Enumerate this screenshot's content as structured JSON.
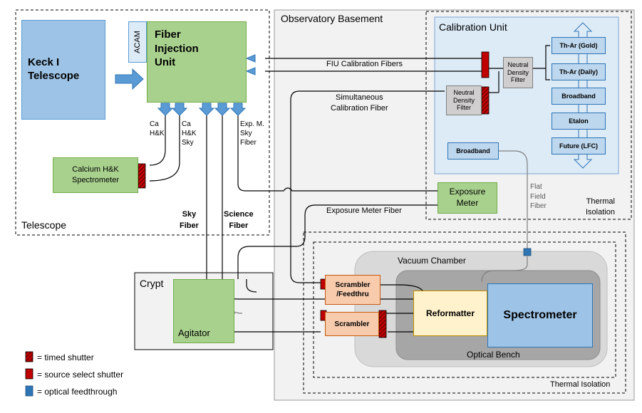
{
  "regions": {
    "telescope": "Telescope",
    "observatory_basement": "Observatory Basement",
    "crypt": "Crypt",
    "calibration_unit": "Calibration Unit",
    "thermal_isolation_upper": "Thermal\nIsolation",
    "thermal_isolation_lower": "Thermal Isolation",
    "vacuum_chamber": "Vacuum Chamber",
    "optical_bench": "Optical Bench"
  },
  "boxes": {
    "keck": "Keck I\nTelescope",
    "acam": "ACAM",
    "fiu": "Fiber\nInjection\nUnit",
    "calcium": "Calcium H&K\nSpectrometer",
    "agitator": "Agitator",
    "exposure_meter": "Exposure\nMeter",
    "scrambler_feedthru": "Scrambler\n/Feedthru",
    "scrambler": "Scrambler",
    "reformatter": "Reformatter",
    "spectrometer": "Spectrometer",
    "ndf_top": "Neutral\nDensity\nFilter",
    "ndf_mid": "Neutral\nDensity\nFilter",
    "broadband_small": "Broadband",
    "thar_gold": "Th-Ar (Gold)",
    "thar_daily": "Th-Ar (Daily)",
    "broadband": "Broadband",
    "etalon": "Etalon",
    "future": "Future (LFC)"
  },
  "fiber_labels": {
    "fiu_cal": "FIU Calibration Fibers",
    "simultaneous": "Simultaneous\nCalibration Fiber",
    "exposure_meter_fiber": "Exposure Meter Fiber",
    "flat_field": "Flat\nField\nFiber",
    "ca_hk": "Ca\nH&K",
    "ca_hk_sky": "Ca\nH&K\nSky",
    "exp_m_sky": "Exp. M.\nSky\nFiber",
    "sky_fiber": "Sky\nFiber",
    "science_fiber": "Science\nFiber"
  },
  "legend": [
    {
      "label": "= timed shutter",
      "icon": "timed-shutter"
    },
    {
      "label": "= source select shutter",
      "icon": "source-select-shutter"
    },
    {
      "label": "= optical feedthrough",
      "icon": "optical-feedthrough"
    }
  ],
  "colors": {
    "telescope_blue": "#9dc3e6",
    "fiu_green": "#a9d18e",
    "cal_blue": "#ddebf7",
    "scrambler_orange": "#f8cbad",
    "reformatter_yellow": "#fff2cc",
    "shutter_red": "#c00000",
    "feedthrough_blue": "#2e75b6"
  }
}
